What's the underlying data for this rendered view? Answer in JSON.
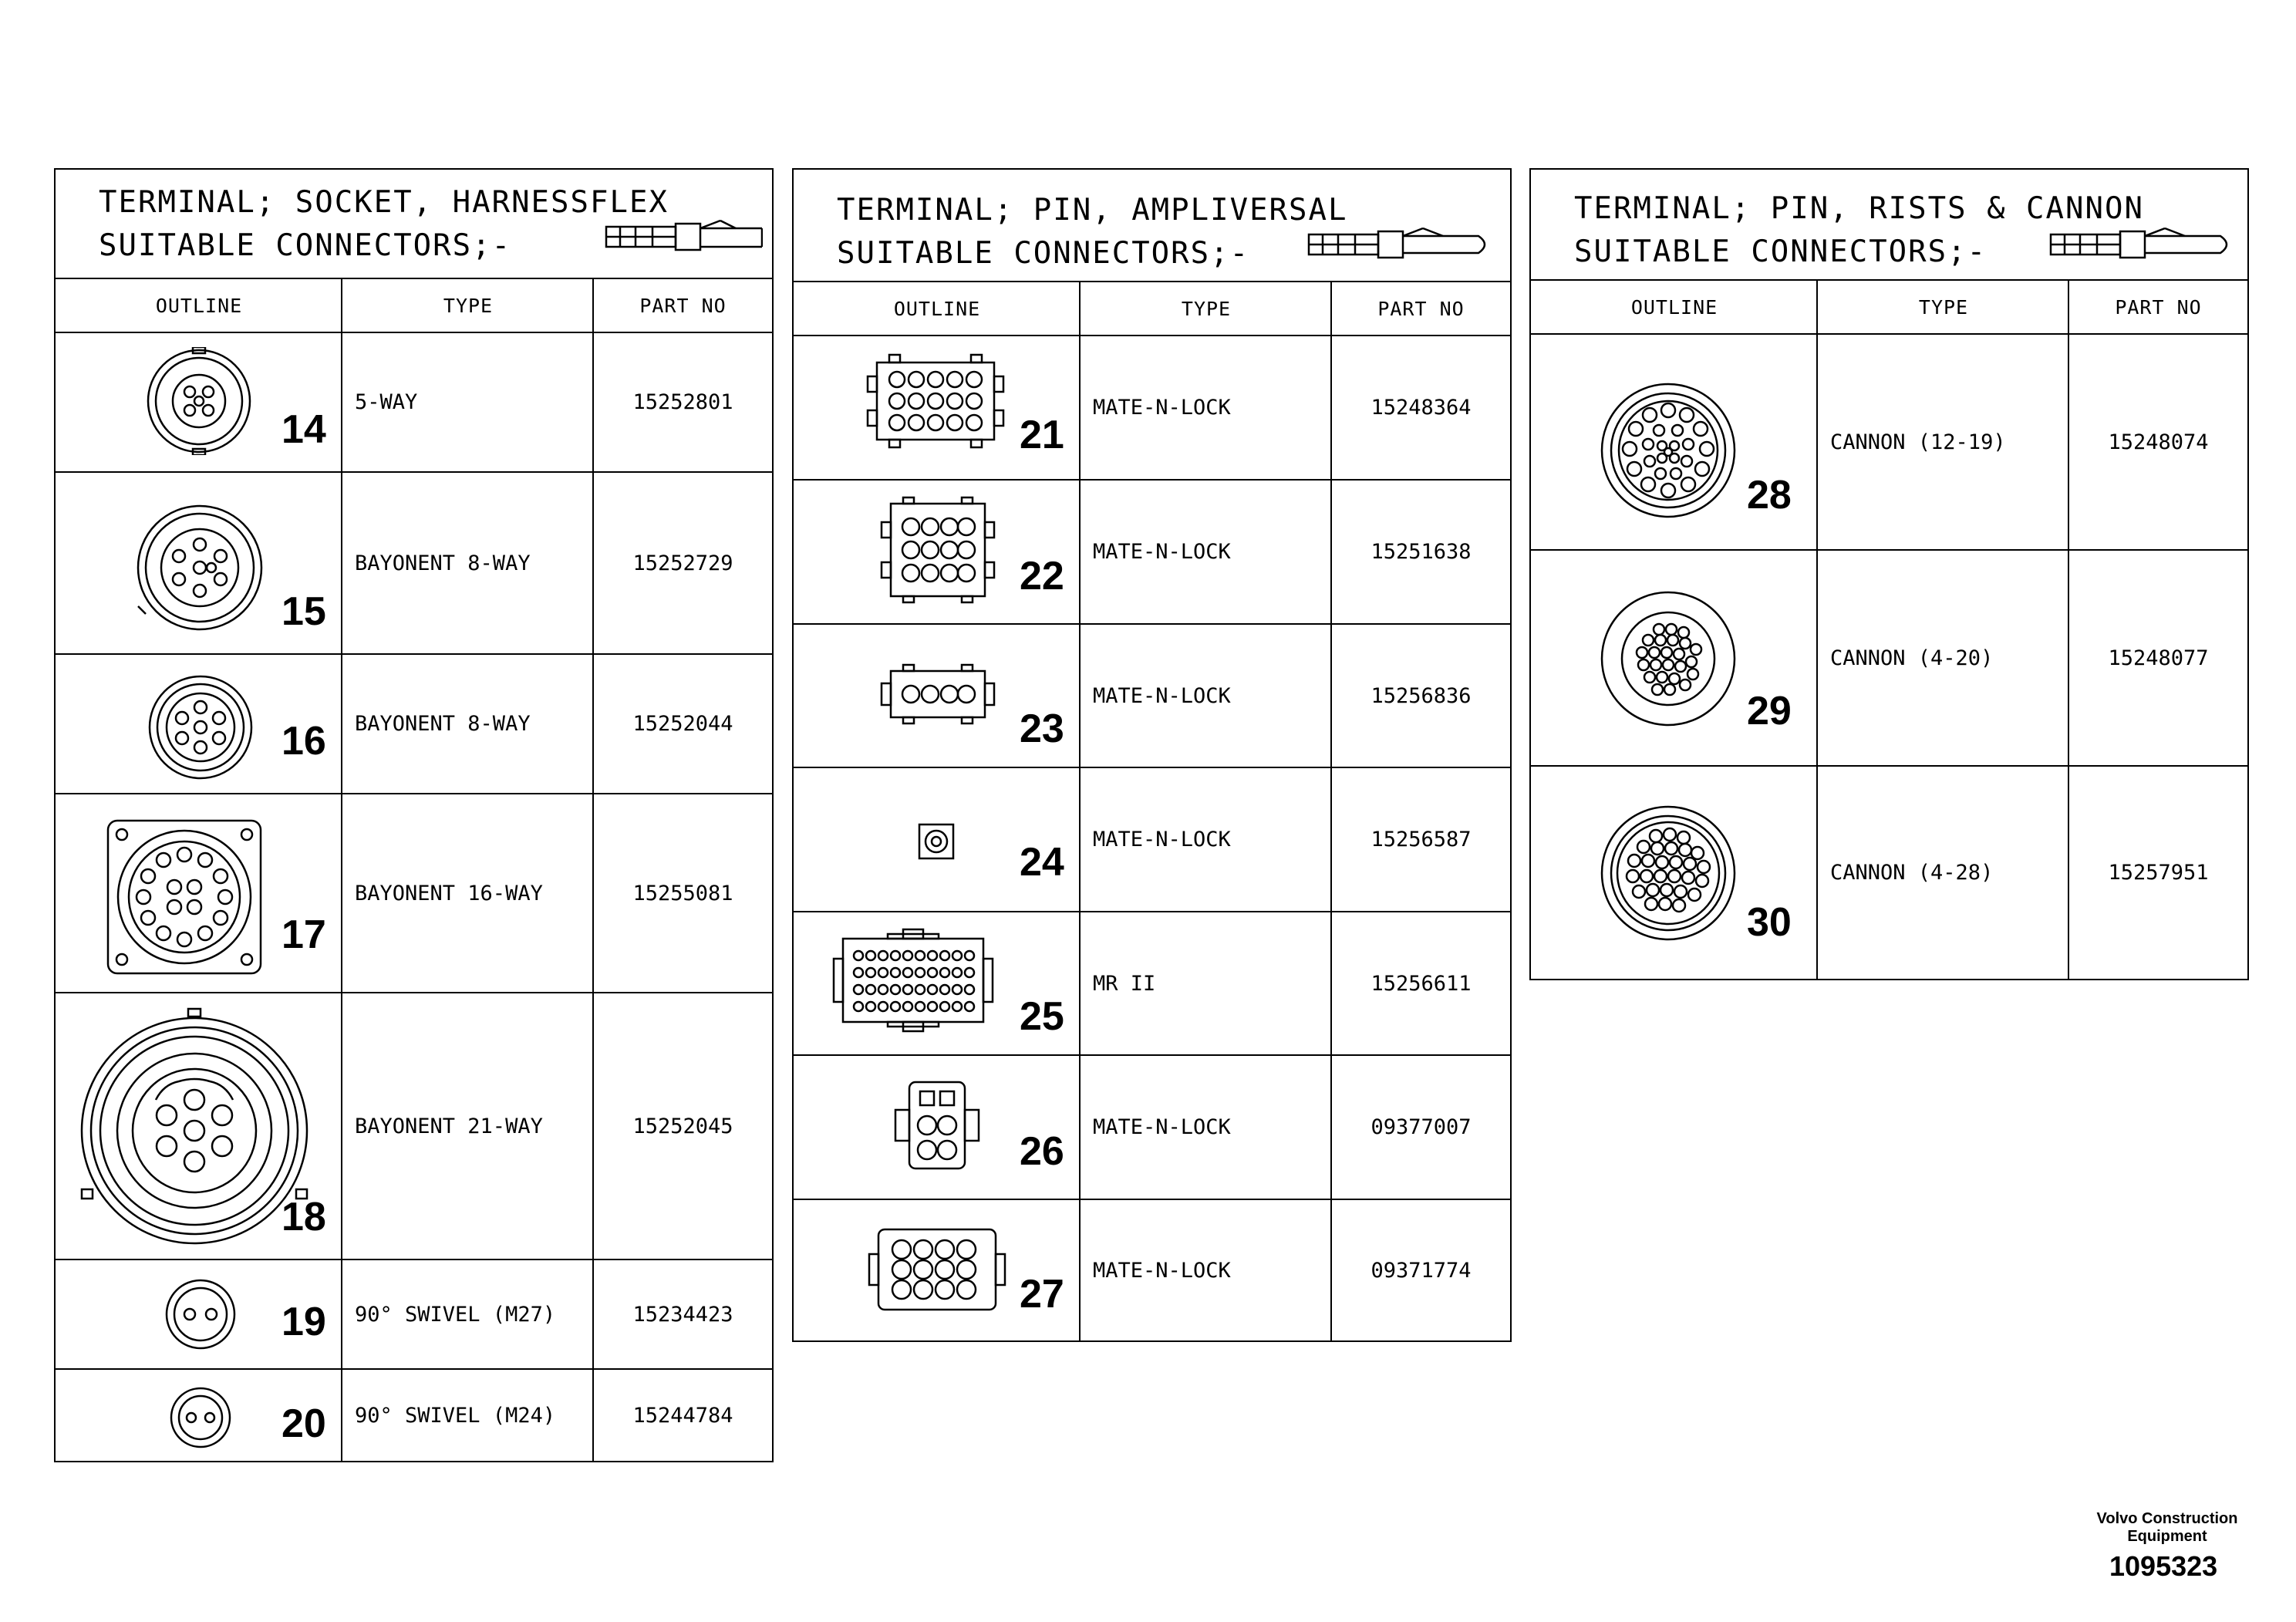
{
  "headers": {
    "outline": "OUTLINE",
    "type": "TYPE",
    "part_no": "PART NO"
  },
  "tables": [
    {
      "title_line1": "TERMINAL; SOCKET, HARNESSFLEX",
      "title_line2": "SUITABLE CONNECTORS;-",
      "rows": [
        {
          "num": "14",
          "type": "5-WAY",
          "part": "15252801"
        },
        {
          "num": "15",
          "type": "BAYONENT 8-WAY",
          "part": "15252729"
        },
        {
          "num": "16",
          "type": "BAYONENT 8-WAY",
          "part": "15252044"
        },
        {
          "num": "17",
          "type": "BAYONENT 16-WAY",
          "part": "15255081"
        },
        {
          "num": "18",
          "type": "BAYONENT 21-WAY",
          "part": "15252045"
        },
        {
          "num": "19",
          "type": "90° SWIVEL (M27)",
          "part": "15234423"
        },
        {
          "num": "20",
          "type": "90° SWIVEL (M24)",
          "part": "15244784"
        }
      ]
    },
    {
      "title_line1": "TERMINAL; PIN, AMPLIVERSAL",
      "title_line2": "SUITABLE CONNECTORS;-",
      "rows": [
        {
          "num": "21",
          "type": "MATE-N-LOCK",
          "part": "15248364"
        },
        {
          "num": "22",
          "type": "MATE-N-LOCK",
          "part": "15251638"
        },
        {
          "num": "23",
          "type": "MATE-N-LOCK",
          "part": "15256836"
        },
        {
          "num": "24",
          "type": "MATE-N-LOCK",
          "part": "15256587"
        },
        {
          "num": "25",
          "type": "MR II",
          "part": "15256611"
        },
        {
          "num": "26",
          "type": "MATE-N-LOCK",
          "part": "09377007"
        },
        {
          "num": "27",
          "type": "MATE-N-LOCK",
          "part": "09371774"
        }
      ]
    },
    {
      "title_line1": "TERMINAL; PIN, RISTS & CANNON",
      "title_line2": "SUITABLE CONNECTORS;-",
      "rows": [
        {
          "num": "28",
          "type": "CANNON (12-19)",
          "part": "15248074"
        },
        {
          "num": "29",
          "type": "CANNON (4-20)",
          "part": "15248077"
        },
        {
          "num": "30",
          "type": "CANNON (4-28)",
          "part": "15257951"
        }
      ]
    }
  ],
  "footer": {
    "company": "Volvo Construction Equipment",
    "drawing_number": "1095323"
  }
}
